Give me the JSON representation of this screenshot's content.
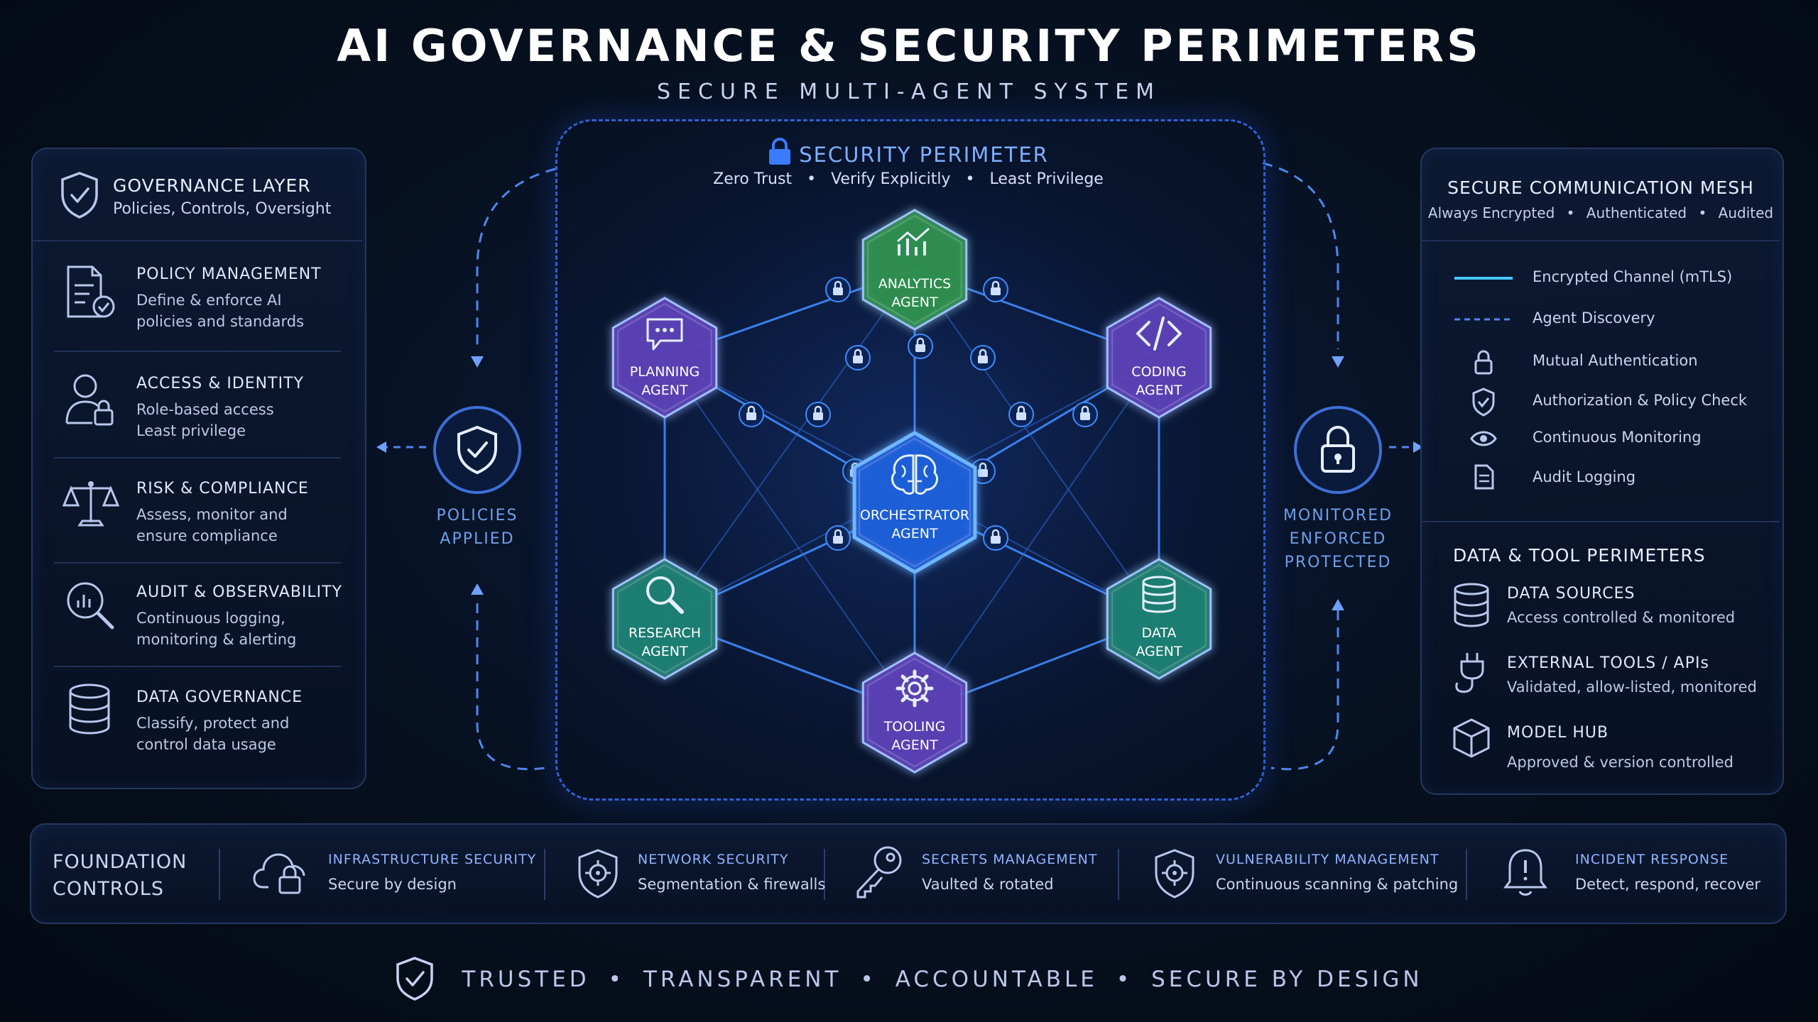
{
  "title": "AI GOVERNANCE & SECURITY PERIMETERS",
  "subtitle": "SECURE MULTI-AGENT SYSTEM",
  "governance": {
    "title": "GOVERNANCE LAYER",
    "subtitle": "Policies, Controls, Oversight",
    "items": [
      {
        "icon": "policy-document-icon",
        "title": "POLICY MANAGEMENT",
        "line1": "Define & enforce AI",
        "line2": "policies and standards"
      },
      {
        "icon": "user-lock-icon",
        "title": "ACCESS & IDENTITY",
        "line1": "Role-based access",
        "line2": "Least privilege"
      },
      {
        "icon": "scales-icon",
        "title": "RISK & COMPLIANCE",
        "line1": "Assess, monitor and",
        "line2": "ensure compliance"
      },
      {
        "icon": "magnifier-chart-icon",
        "title": "AUDIT & OBSERVABILITY",
        "line1": "Continuous logging,",
        "line2": "monitoring & alerting"
      },
      {
        "icon": "database-icon",
        "title": "DATA GOVERNANCE",
        "line1": "Classify, protect and",
        "line2": "control data usage"
      }
    ]
  },
  "perimeter": {
    "title": "SECURITY PERIMETER",
    "principles": [
      "Zero Trust",
      "Verify Explicitly",
      "Least Privilege"
    ],
    "separator": "•"
  },
  "agents": {
    "analytics": {
      "line1": "ANALYTICS",
      "line2": "AGENT",
      "color": "#2f8f4e"
    },
    "planning": {
      "line1": "PLANNING",
      "line2": "AGENT",
      "color": "#5a3fb5"
    },
    "coding": {
      "line1": "CODING",
      "line2": "AGENT",
      "color": "#5a3fb5"
    },
    "orchestrator": {
      "line1": "ORCHESTRATOR",
      "line2": "AGENT",
      "color": "#1f5fd8"
    },
    "research": {
      "line1": "RESEARCH",
      "line2": "AGENT",
      "color": "#1d7f73"
    },
    "data": {
      "line1": "DATA",
      "line2": "AGENT",
      "color": "#1d7f73"
    },
    "tooling": {
      "line1": "TOOLING",
      "line2": "AGENT",
      "color": "#5a3fb5"
    }
  },
  "left_status": {
    "icon": "shield-check-icon",
    "line1": "POLICIES",
    "line2": "APPLIED"
  },
  "right_status": {
    "icon": "padlock-icon",
    "line1": "MONITORED",
    "line2": "ENFORCED",
    "line3": "PROTECTED"
  },
  "mesh": {
    "title": "SECURE COMMUNICATION MESH",
    "tags": [
      "Always Encrypted",
      "Authenticated",
      "Audited"
    ],
    "separator": "•",
    "legend": [
      {
        "icon": "solid-line-icon",
        "label": "Encrypted Channel (mTLS)"
      },
      {
        "icon": "dashed-line-icon",
        "label": "Agent Discovery"
      },
      {
        "icon": "padlock-icon",
        "label": "Mutual Authentication"
      },
      {
        "icon": "shield-check-icon",
        "label": "Authorization & Policy Check"
      },
      {
        "icon": "eye-icon",
        "label": "Continuous Monitoring"
      },
      {
        "icon": "document-icon",
        "label": "Audit Logging"
      }
    ]
  },
  "data_tool": {
    "title": "DATA & TOOL PERIMETERS",
    "items": [
      {
        "icon": "database-icon",
        "title": "DATA SOURCES",
        "desc": "Access controlled & monitored"
      },
      {
        "icon": "plug-icon",
        "title": "EXTERNAL TOOLS / APIs",
        "desc": "Validated, allow-listed, monitored"
      },
      {
        "icon": "cube-icon",
        "title": "MODEL HUB",
        "desc": "Approved & version controlled"
      }
    ]
  },
  "foundation": {
    "title_line1": "FOUNDATION",
    "title_line2": "CONTROLS",
    "items": [
      {
        "icon": "cloud-lock-icon",
        "title": "INFRASTRUCTURE SECURITY",
        "desc": "Secure by design"
      },
      {
        "icon": "shield-target-icon",
        "title": "NETWORK SECURITY",
        "desc": "Segmentation & firewalls"
      },
      {
        "icon": "key-icon",
        "title": "SECRETS MANAGEMENT",
        "desc": "Vaulted & rotated"
      },
      {
        "icon": "shield-target-icon",
        "title": "VULNERABILITY MANAGEMENT",
        "desc": "Continuous scanning & patching"
      },
      {
        "icon": "alarm-bell-icon",
        "title": "INCIDENT RESPONSE",
        "desc": "Detect, respond, recover"
      }
    ]
  },
  "footer": {
    "words": [
      "TRUSTED",
      "TRANSPARENT",
      "ACCOUNTABLE",
      "SECURE BY DESIGN"
    ],
    "separator": "•"
  }
}
